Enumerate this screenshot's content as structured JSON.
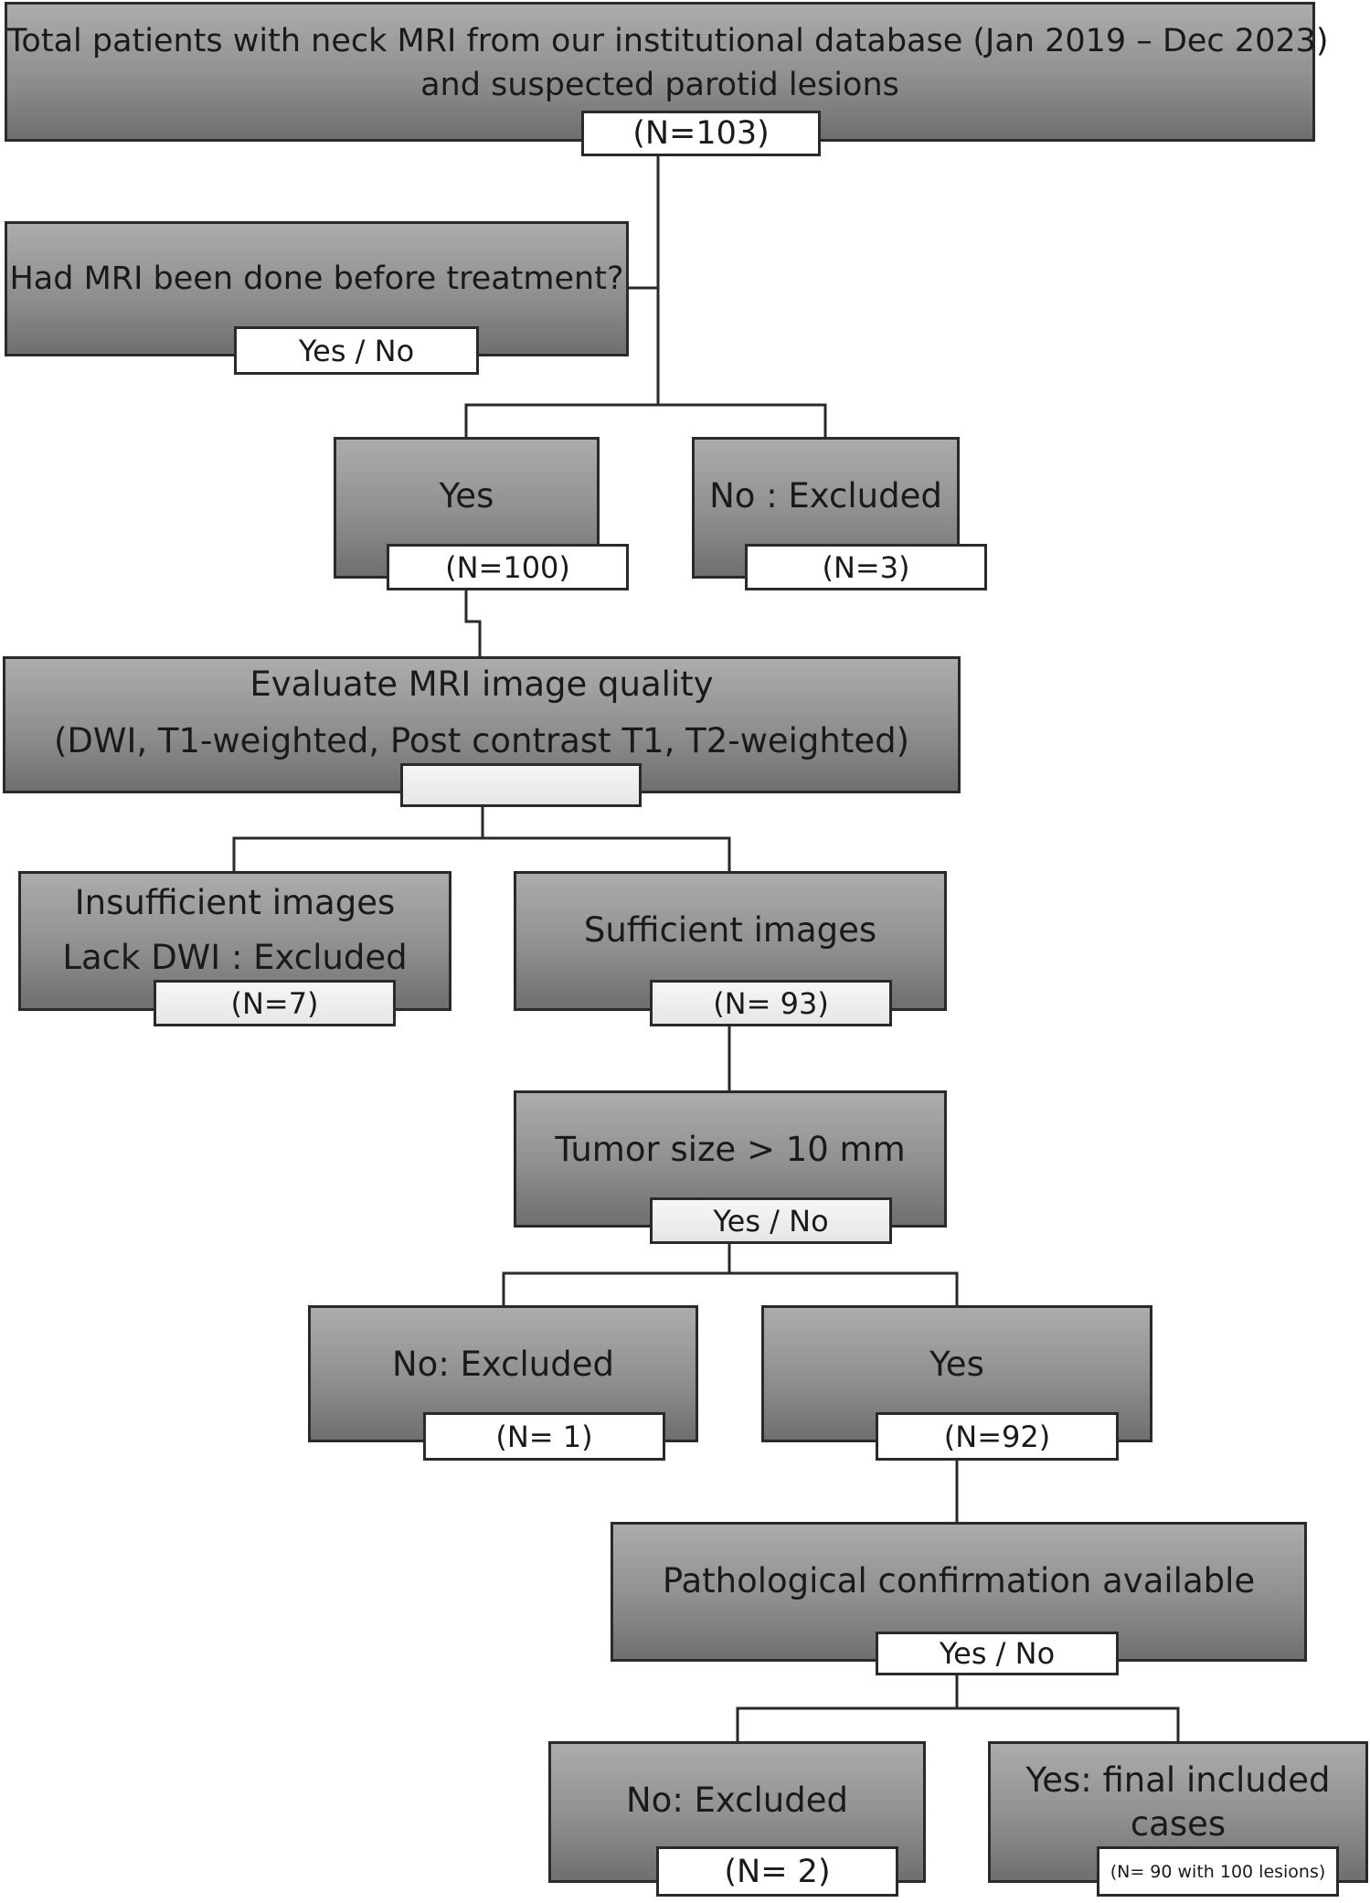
{
  "flowchart": {
    "total": {
      "line1": "Total patients with neck MRI from our institutional database (Jan 2019 – Dec 2023)",
      "line2": "and suspected parotid lesions",
      "count": "(N=103)"
    },
    "pretreatment": {
      "question": "Had MRI been done before treatment?",
      "options": "Yes / No"
    },
    "pretreatment_yes": {
      "label": "Yes",
      "count": "(N=100)"
    },
    "pretreatment_no": {
      "label": "No : Excluded",
      "count": "(N=3)"
    },
    "quality": {
      "line1": "Evaluate MRI image quality",
      "line2": "(DWI, T1-weighted, Post contrast T1, T2-weighted)",
      "blank": ""
    },
    "insufficient": {
      "line1": "Insufficient images",
      "line2": "Lack DWI : Excluded",
      "count": "(N=7)"
    },
    "sufficient": {
      "label": "Sufficient images",
      "count": "(N= 93)"
    },
    "tumor_size": {
      "label": "Tumor size > 10 mm",
      "options": "Yes / No"
    },
    "size_no": {
      "label": "No: Excluded",
      "count": "(N= 1)"
    },
    "size_yes": {
      "label": "Yes",
      "count": "(N=92)"
    },
    "pathology": {
      "label": "Pathological confirmation available",
      "options": "Yes / No"
    },
    "path_no": {
      "label": "No: Excluded",
      "count": "(N= 2)"
    },
    "path_yes": {
      "line1": "Yes: final included",
      "line2": "cases",
      "count": "(N= 90 with 100 lesions)"
    }
  },
  "colors": {
    "box_top": "#acacac",
    "box_bottom": "#6f6f6f",
    "line": "#2a2a2a",
    "label_bg": "#ffffff"
  }
}
